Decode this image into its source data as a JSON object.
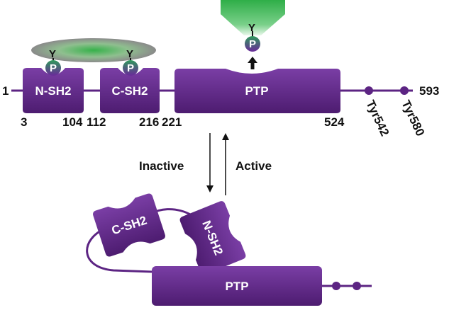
{
  "colors": {
    "domain": "#5c2483",
    "domain_light": "#7a3ea5",
    "ligand_green": "#36b14a",
    "phospho_green": "#2f9a5c",
    "text": "#111111"
  },
  "linear": {
    "start_label": "1",
    "end_label": "593",
    "nsh2": {
      "label": "N-SH2",
      "start": "3",
      "end": "104"
    },
    "csh2": {
      "label": "C-SH2",
      "start": "112",
      "end": "216"
    },
    "ptp": {
      "label": "PTP",
      "start": "221",
      "end": "524"
    },
    "tyr_sites": [
      "Tyr542",
      "Tyr580"
    ]
  },
  "phospho": {
    "y_label": "Y",
    "p_label": "P"
  },
  "states": {
    "inactive": "Inactive",
    "active": "Active"
  },
  "folded": {
    "csh2_label": "C-SH2",
    "nsh2_label": "N-SH2",
    "ptp_label": "PTP"
  }
}
